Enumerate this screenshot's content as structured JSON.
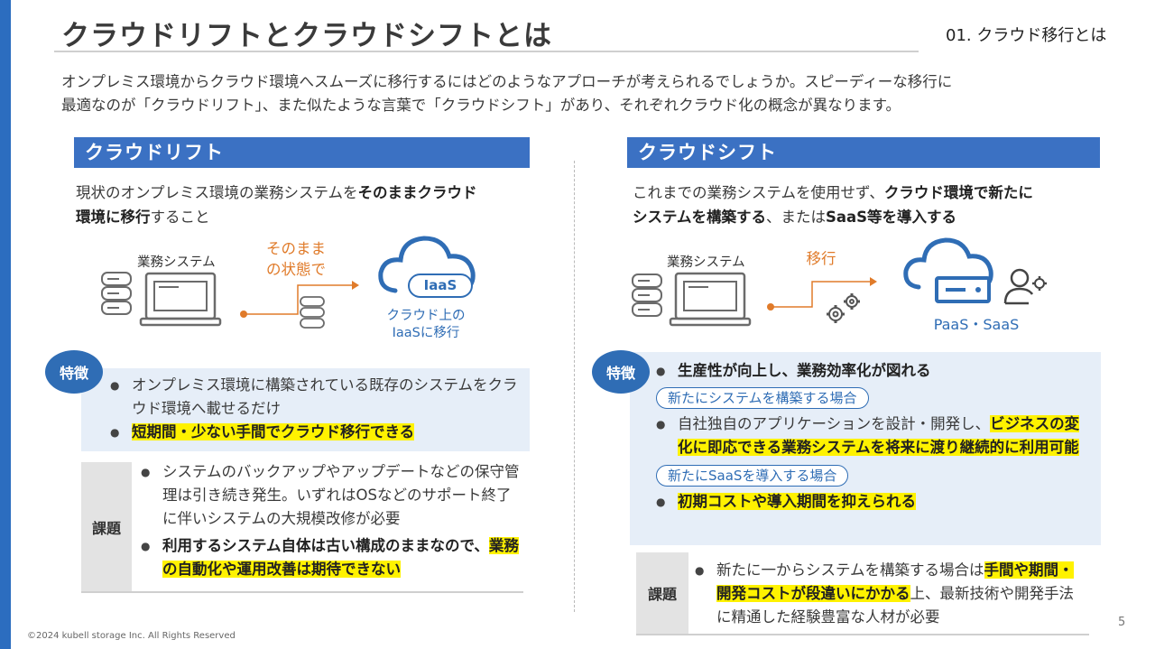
{
  "header": {
    "title": "クラウドリフトとクラウドシフトとは",
    "section": "01. クラウド移行とは"
  },
  "intro": {
    "line1": "オンプレミス環境からクラウド環境へスムーズに移行するにはどのようなアプローチが考えられるでしょうか。スピーディーな移行に",
    "line2": "最適なのが「クラウドリフト」、また似たような言葉で「クラウドシフト」があり、それぞれクラウド化の概念が異なります。"
  },
  "left": {
    "heading": "クラウドリフト",
    "desc_pre": "現状のオンプレミス環境の業務システムを",
    "desc_bold1": "そのままクラウド",
    "desc_bold2": "環境に移行",
    "desc_post": "すること",
    "figure": {
      "system_label": "業務システム",
      "arrow_line1": "そのまま",
      "arrow_line2": "の状態で",
      "iaas_badge": "IaaS",
      "dest_line1": "クラウド上の",
      "dest_line2": "IaaSに移行"
    },
    "feature_badge": "特徴",
    "features": [
      "オンプレミス環境に構築されている既存のシステムをクラウド環境へ載せるだけ",
      "短期間・少ない手間でクラウド移行できる"
    ],
    "issue_tag": "課題",
    "issues": {
      "item1": "システムのバックアップやアップデートなどの保守管理は引き続き発生。いずれはOSなどのサポート終了に伴いシステムの大規模改修が必要",
      "item2_bold": "利用するシステム自体は古い構成のままなので、",
      "item2_hl": "業務の自動化や運用改善は期待できない"
    }
  },
  "right": {
    "heading": "クラウドシフト",
    "desc_pre": "これまでの業務システムを使用せず、",
    "desc_bold1": "クラウド環境で新たに",
    "desc_bold2": "システムを構築する",
    "desc_mid": "、または",
    "desc_bold3": "SaaS等を導入する",
    "figure": {
      "system_label": "業務システム",
      "arrow_label": "移行",
      "dest_label": "PaaS・SaaS"
    },
    "feature_badge": "特徴",
    "feature_main": "生産性が向上し、業務効率化が図れる",
    "pill1": "新たにシステムを構築する場合",
    "feature2_pre": "自社独自のアプリケーションを設計・開発し、",
    "feature2_hl": "ビジネスの変化に即応できる業務システムを将来に渡り継続的に利用可能",
    "pill2": "新たにSaaSを導入する場合",
    "feature3_hl": "初期コストや導入期間を抑えられる",
    "issue_tag": "課題",
    "issue_pre": "新たに一からシステムを構築する場合は",
    "issue_hl": "手間や期間・開発コストが段違いにかかる",
    "issue_post": "上、最新技術や開発手法に精通した経験豊富な人材が必要"
  },
  "footer": {
    "copyright": "©2024 kubell storage Inc. All Rights Reserved",
    "page": "5"
  },
  "colors": {
    "accent": "#3b71c3",
    "feature_bg": "#e6eef8",
    "highlight": "#fff200",
    "arrow": "#e07b2a"
  }
}
